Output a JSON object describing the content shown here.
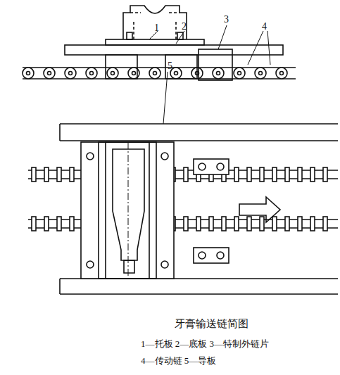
{
  "diagram": {
    "caption": "牙膏输送链简图",
    "labels": [
      "1",
      "2",
      "3",
      "4",
      "5",
      "1—托板  2—底板  3—特制外链片",
      "4—传动链  5—导板"
    ]
  }
}
